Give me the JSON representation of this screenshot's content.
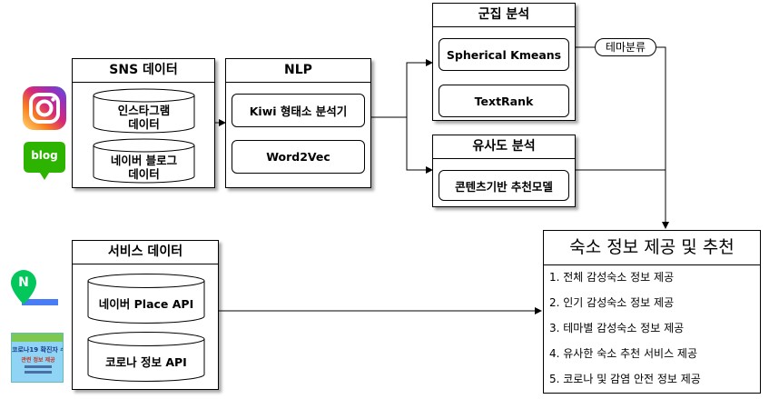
{
  "sns": {
    "title": "SNS 데이터",
    "instagram_line1": "인스타그램",
    "instagram_line2": "데이터",
    "blog_line1": "네이버 블로그",
    "blog_line2": "데이터",
    "blog_icon_text": "blog"
  },
  "nlp": {
    "title": "NLP",
    "kiwi": "Kiwi 형태소 분석기",
    "word2vec": "Word2Vec"
  },
  "cluster": {
    "title": "군집 분석",
    "kmeans": "Spherical Kmeans",
    "textrank": "TextRank"
  },
  "theme_tag": "테마분류",
  "similarity": {
    "title": "유사도 분석",
    "content_model": "콘텐츠기반 추천모델"
  },
  "service": {
    "title": "서비스 데이터",
    "naver_place": "네이버 Place API",
    "corona": "코로나 정보 API",
    "naver_icon_letter": "N",
    "corona_banner_text": "코로나19 확진자 수",
    "corona_banner_sub": "관련 정보 제공"
  },
  "result": {
    "title": "숙소 정보 제공 및 추천",
    "items": [
      "1. 전체 감성숙소 정보 제공",
      "2. 인기 감성숙소 정보 제공",
      "3. 테마별 감성숙소 정보 제공",
      "4. 유사한 숙소 추천 서비스 제공",
      "5. 코로나 및 감염 안전 정보 제공"
    ]
  },
  "icons": [
    "instagram-icon",
    "blog-icon",
    "naver-map-icon",
    "corona-banner-icon"
  ],
  "colors": {
    "instagram_gradient": [
      "#feda75",
      "#fa7e1e",
      "#d62976",
      "#962fbf",
      "#4f5bd5"
    ],
    "blog_green": "#2db400",
    "naver_green": "#03c75a",
    "naver_blue": "#4a7cf6",
    "corona_sky": "#8fd4f5"
  }
}
